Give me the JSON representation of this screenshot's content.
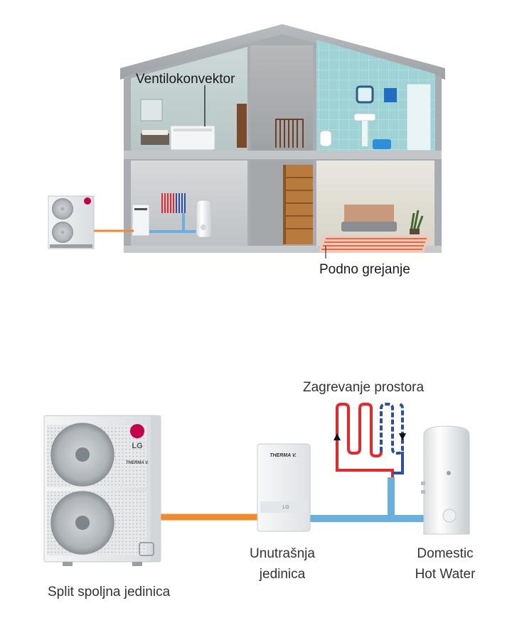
{
  "house": {
    "label_fan_coil": "Ventilokonvektor",
    "label_floor_heating": "Podno grejanje"
  },
  "system": {
    "label_space_heating": "Zagrevanje prostora",
    "label_outdoor_unit": "Split spoljna jedinica",
    "label_indoor_unit_line1": "Unutrašnja",
    "label_indoor_unit_line2": "jedinica",
    "label_dhw_line1": "Domestic",
    "label_dhw_line2": "Hot Water",
    "outdoor_brand": "LG",
    "outdoor_model": "THERMA V.",
    "indoor_model": "THERMA V.",
    "indoor_brand": "LG"
  },
  "colors": {
    "refrigerant_pipe": "#f08a2c",
    "water_pipe": "#6ab0dc",
    "hot_coil": "#e8262b",
    "cold_coil": "#2c4fa3",
    "lg_red": "#c5004a"
  }
}
